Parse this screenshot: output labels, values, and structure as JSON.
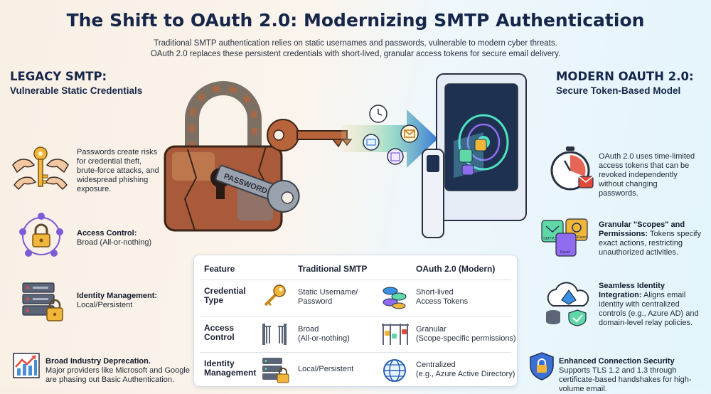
{
  "header": {
    "title": "The Shift to OAuth 2.0: Modernizing SMTP Authentication",
    "subtitle_line1": "Traditional SMTP authentication relies on static usernames and passwords, vulnerable to modern cyber threats.",
    "subtitle_line2": "OAuth 2.0 replaces these persistent credentials with short-lived, granular access tokens for secure email delivery."
  },
  "legacy": {
    "heading": "LEGACY SMTP:",
    "subheading": "Vulnerable Static Credentials",
    "items": [
      {
        "text": "Passwords create risks for credential theft, brute-force attacks, and widespread phishing exposure."
      },
      {
        "bold": "Access Control:",
        "text": "Broad (All-or-nothing)"
      },
      {
        "bold": "Identity Management:",
        "text": "Local/Persistent"
      },
      {
        "bold": "Broad Industry Deprecation.",
        "text": "Major providers like Microsoft and Google are phasing out Basic Authentication."
      }
    ],
    "password_tag": "PASSWORD"
  },
  "modern": {
    "heading": "MODERN OAUTH 2.0:",
    "subheading": "Secure Token-Based Model",
    "items": [
      {
        "text": "OAuth 2.0 uses time-limited access tokens that can be revoked independently without changing passwords."
      },
      {
        "bold": "Granular \"Scopes\" and Permissions:",
        "text": "Tokens specify exact actions, restricting unauthorized activities."
      },
      {
        "bold": "Seamless Identity Integration:",
        "text": "Aligns email identity with centralized controls (e.g., Azure AD) and domain-level relay policies."
      },
      {
        "bold": "Enhanced Connection Security",
        "text": "Supports TLS 1.2 and 1.3 through certificate-based handshakes for high-volume email."
      }
    ],
    "scope_labels": [
      "SMTP.Send",
      "Mail.Read",
      "Read"
    ]
  },
  "comparison": {
    "headers": [
      "Feature",
      "Traditional SMTP",
      "OAuth 2.0 (Modern)"
    ],
    "rows": [
      {
        "feature_line1": "Credential",
        "feature_line2": "Type",
        "smtp_line1": "Static Username/",
        "smtp_line2": "Password",
        "oauth_line1": "Short-lived",
        "oauth_line2": "Access Tokens"
      },
      {
        "feature_line1": "Access",
        "feature_line2": "Control",
        "smtp_line1": "Broad",
        "smtp_line2": "(All-or-nothing)",
        "oauth_line1": "Granular",
        "oauth_line2": "(Scope-specific permissions)"
      },
      {
        "feature_line1": "Identity",
        "feature_line2": "Management",
        "smtp_line1": "Local/Persistent",
        "smtp_line2": "",
        "oauth_line1": "Centralized",
        "oauth_line2": "(e.g., Azure Active Directory)"
      }
    ]
  },
  "colors": {
    "navy": "#16264a",
    "rust": "#b8643a",
    "gold": "#f0b63a",
    "teal": "#2fb3c8",
    "purple": "#7a5cd6"
  }
}
